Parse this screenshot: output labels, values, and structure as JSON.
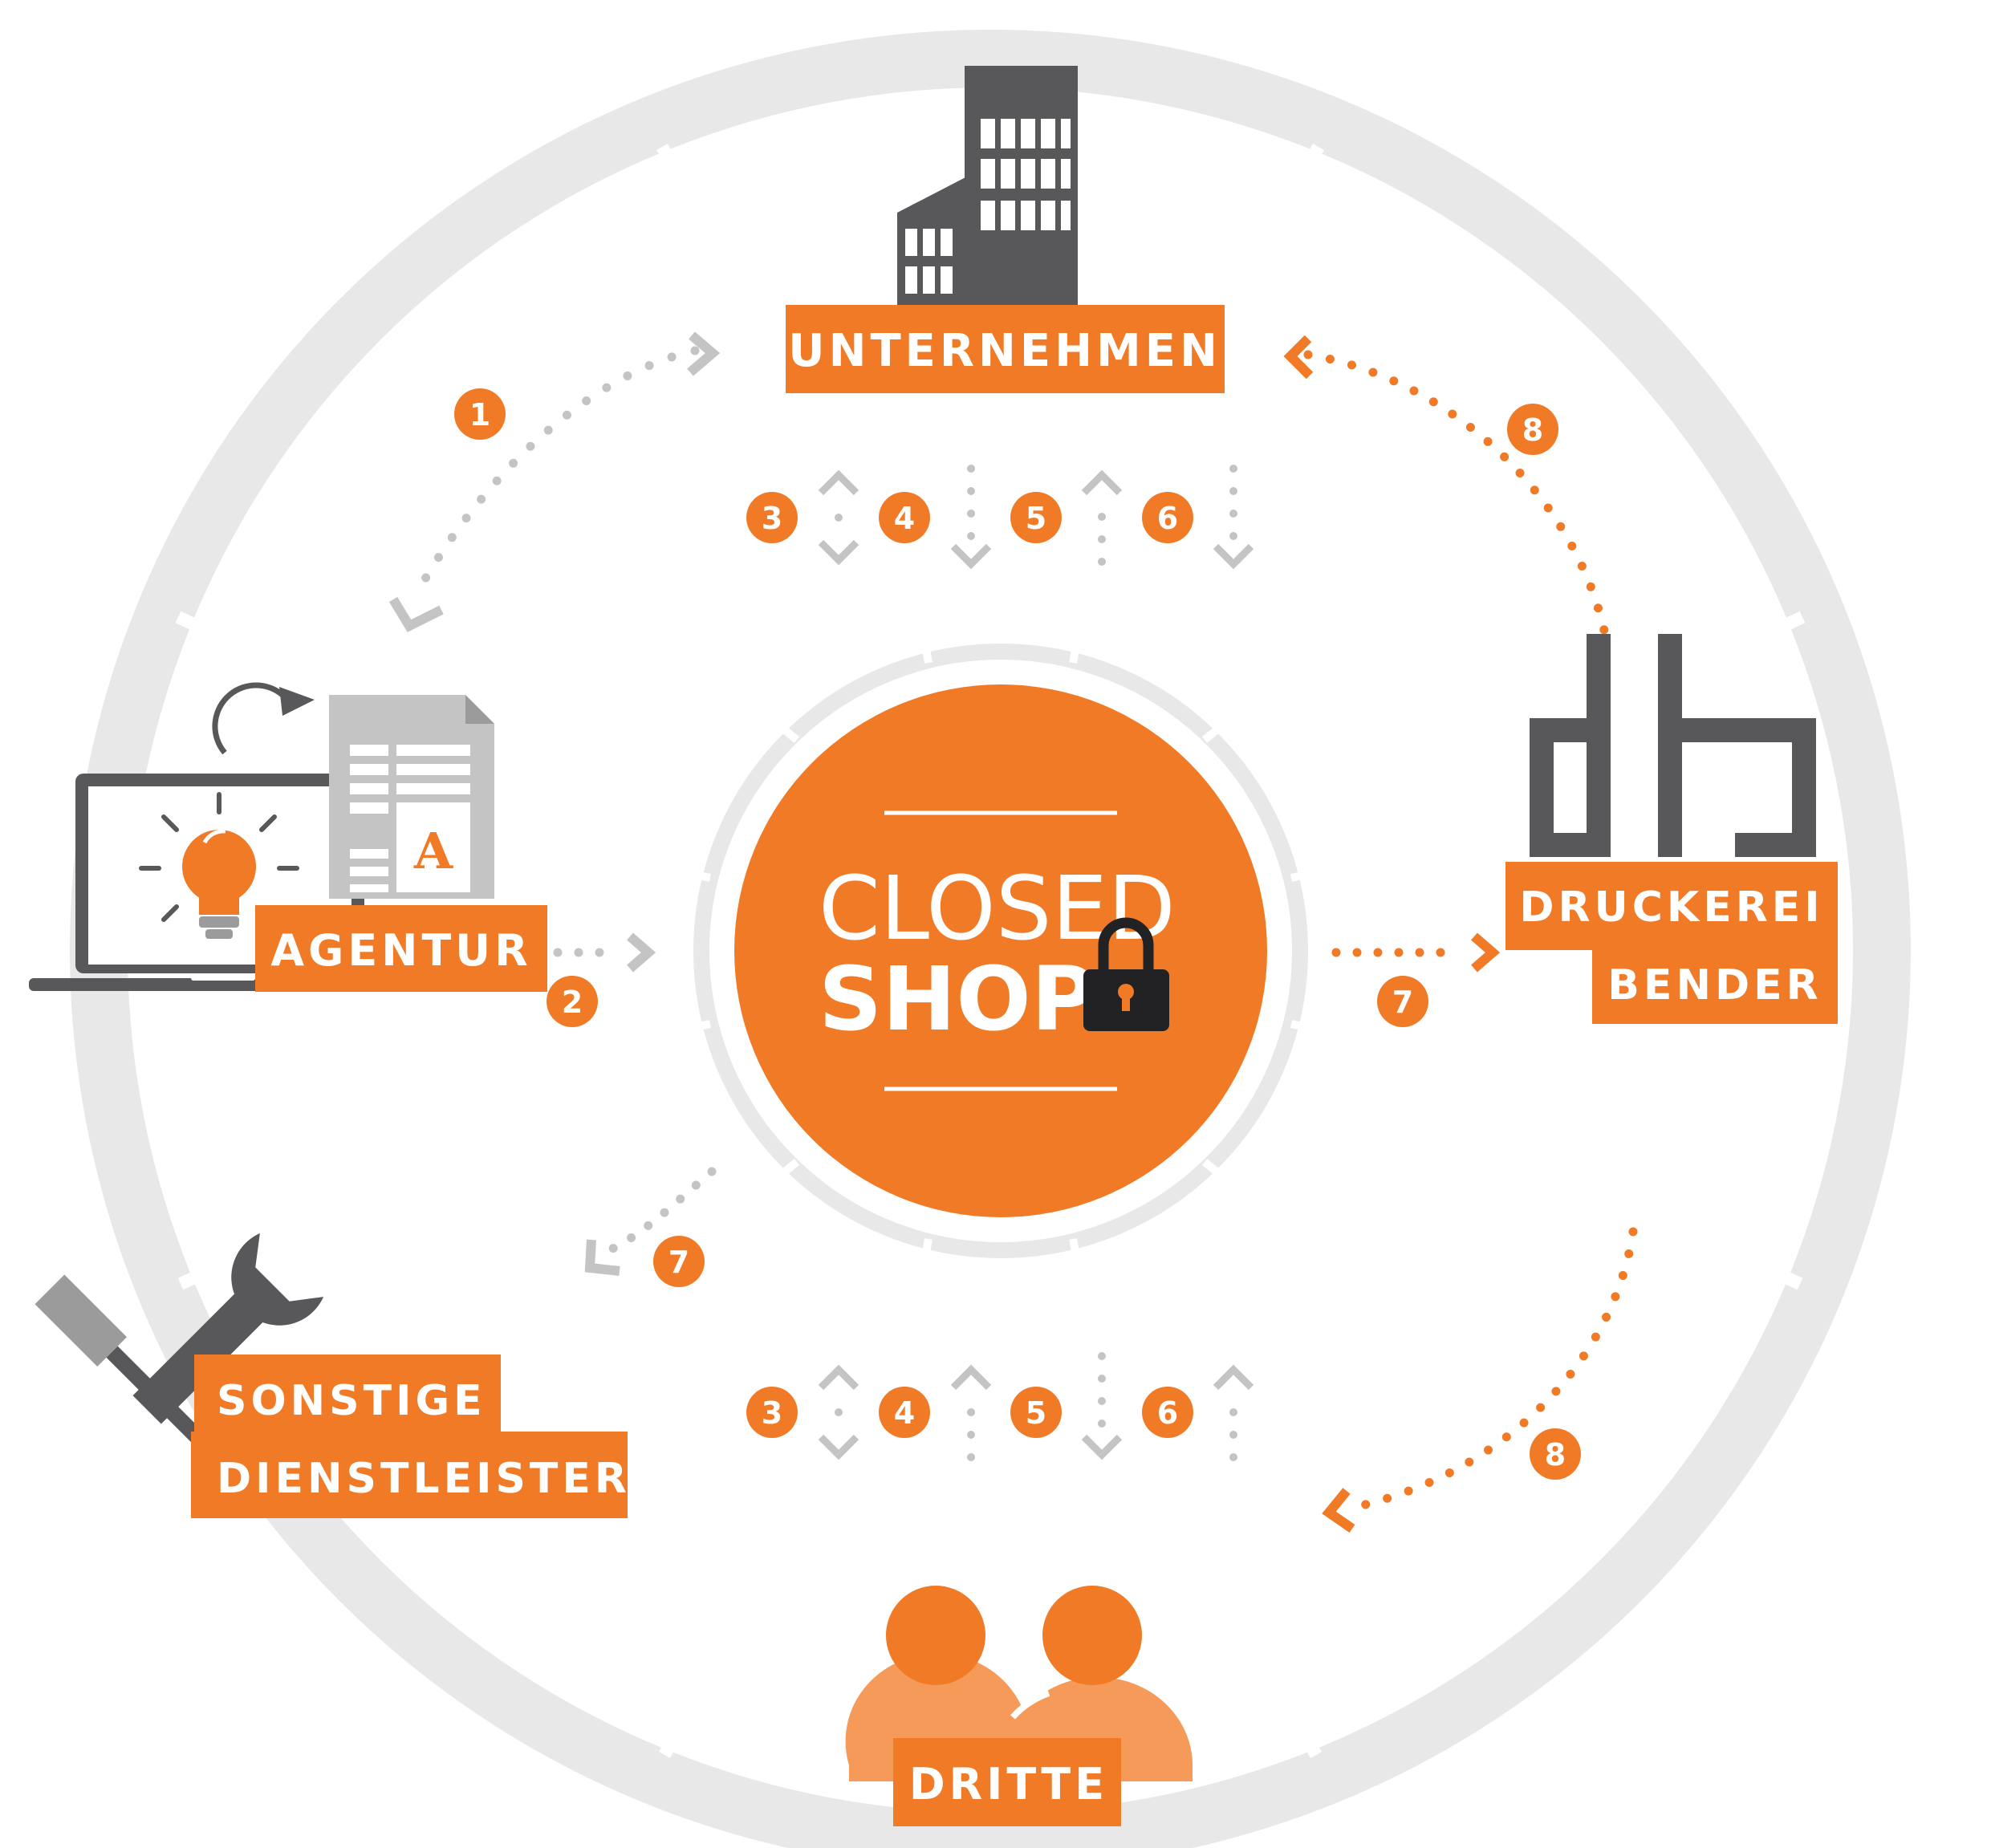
{
  "colors": {
    "accent": "#F07A26",
    "accent_light": "#F59A58",
    "dark_gray": "#58585A",
    "mid_gray": "#9B9B9B",
    "light_gray": "#C4C4C4",
    "ring_gray": "#E8E8E9",
    "white": "#FFFFFF"
  },
  "center": {
    "line1": "CLOSED",
    "line2": "SHOP",
    "lock_icon": "padlock-icon"
  },
  "nodes": {
    "unternehmen": {
      "label": "UNTERNEHMEN",
      "icon": "office-building-icon"
    },
    "agentur": {
      "label": "AGENTUR",
      "icon": "laptop-lightbulb-layout-icon"
    },
    "druckerei": {
      "line1": "DRUCKEREI",
      "line2": "BENDER",
      "icon": "db-logo-icon"
    },
    "sonstige": {
      "line1": "SONSTIGE",
      "line2": "DIENSTLEISTER",
      "icon": "wrench-screwdriver-icon"
    },
    "dritte": {
      "label": "DRITTE",
      "icon": "people-group-icon"
    }
  },
  "steps": {
    "s1": "1",
    "s2": "2",
    "s7_right": "7",
    "s8_top": "8",
    "s7_bottom": "7",
    "s8_bottom": "8",
    "top_row": [
      "3",
      "4",
      "5",
      "6"
    ],
    "bottom_row": [
      "3",
      "4",
      "5",
      "6"
    ]
  }
}
